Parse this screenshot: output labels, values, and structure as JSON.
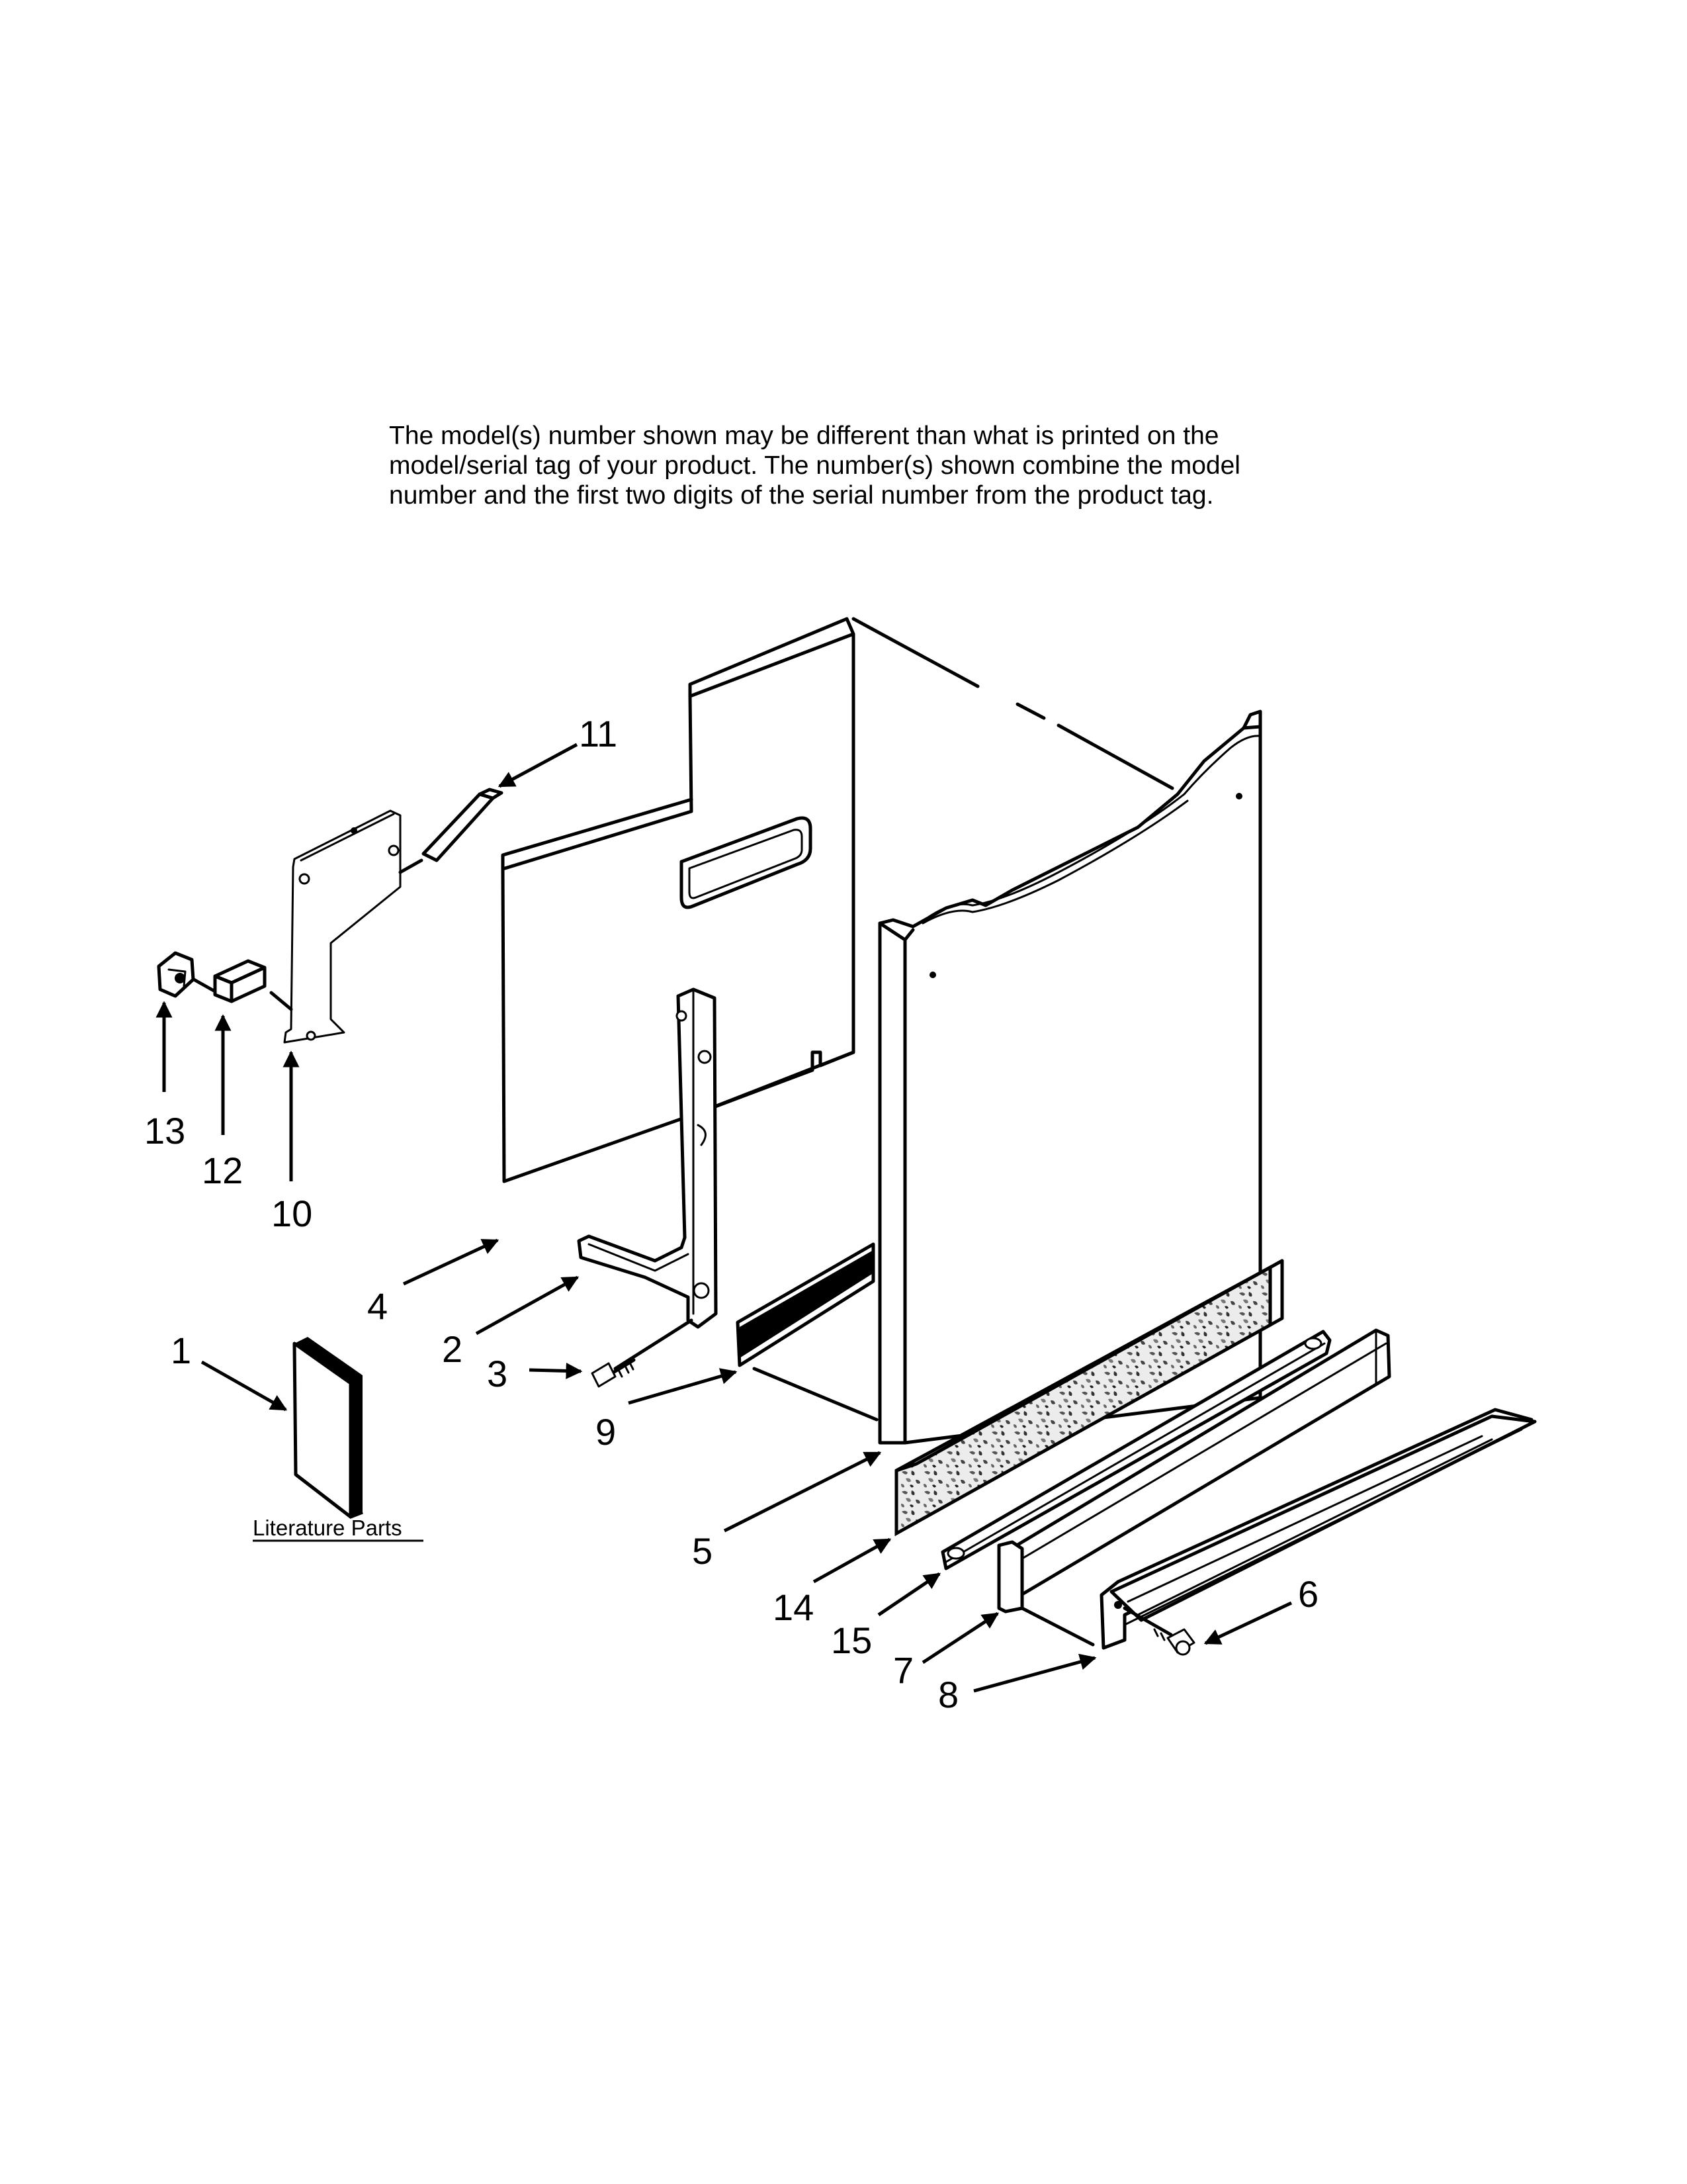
{
  "note": {
    "line1": "The model(s) number shown may be different than what is printed on the",
    "line2": "model/serial tag of your product. The number(s) shown combine the model",
    "line3": "number and the first two digits of the serial number from the product tag."
  },
  "callouts": {
    "p1": "1",
    "p2": "2",
    "p3": "3",
    "p4": "4",
    "p5": "5",
    "p6": "6",
    "p7": "7",
    "p8": "8",
    "p9": "9",
    "p10": "10",
    "p11": "11",
    "p12": "12",
    "p13": "13",
    "p14": "14",
    "p15": "15"
  },
  "literature_label": "Literature Parts"
}
